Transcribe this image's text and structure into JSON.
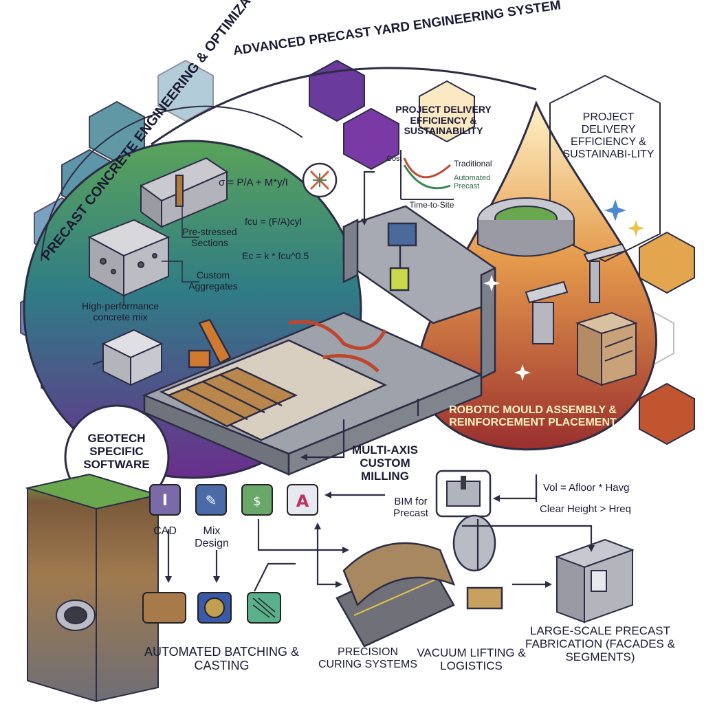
{
  "title": "ADVANCED PRECAST YARD ENGINEERING SYSTEM",
  "left_arc_title": "PRECAST CONCRETE ENGINEERING & OPTIMIZATION",
  "formulas": {
    "stress": "σ = P/A + M*y/I",
    "fcu": "fcu = (F/A)cyl",
    "ec": "Ec = k * fcu^0.5"
  },
  "left_labels": {
    "prestressed": "Pre-stressed Sections",
    "aggregates": "Custom Aggregates",
    "mix": "High-performance concrete mix"
  },
  "delivery_chart": {
    "title": "PROJECT DELIVERY EFFICIENCY & SUSTAINABILITY",
    "ylabel": "Cost",
    "xlabel": "Time-to-Site",
    "series_traditional": "Traditional",
    "series_automated": "Automated Precast"
  },
  "right_panel": {
    "title": "PROJECT DELIVERY EFFICIENCY & SUSTAINABI-LITY",
    "robotic": "ROBOTIC MOULD ASSEMBLY & REINFORCEMENT PLACEMENT"
  },
  "geotech": "GEOTECH SPECIFIC SOFTWARE",
  "milling": "MULTI-AXIS CUSTOM MILLING",
  "bim": "BIM for Precast",
  "formulas_right": {
    "vol": "Vol = Afloor * Havg",
    "clear": "Clear Height > Hreq"
  },
  "software": {
    "cad": "CAD",
    "mix_design": "Mix Design"
  },
  "bottom": {
    "batching": "AUTOMATED BATCHING & CASTING",
    "curing": "PRECISION CURING SYSTEMS",
    "vacuum": "VACUUM LIFTING & LOGISTICS",
    "fabrication": "LARGE-SCALE PRECAST FABRICATION (FACADES & SEGMENTS)"
  },
  "colors": {
    "green": "#3f8a55",
    "purple": "#6a3a8c",
    "teal": "#2f7c86",
    "orange": "#d98a3a",
    "red": "#9a2f2f"
  }
}
